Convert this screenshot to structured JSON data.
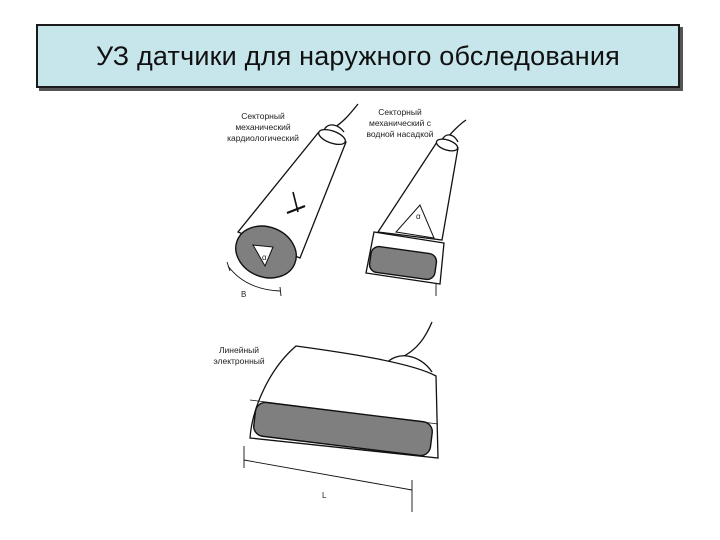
{
  "slide": {
    "title": "УЗ датчики для наружного обследования"
  },
  "probes": {
    "sector_cardio": {
      "label_lines": [
        "Секторный",
        "механический",
        "кардиологический"
      ],
      "angle_symbol": "α",
      "width_symbol": "B"
    },
    "sector_water": {
      "label_lines": [
        "Секторный",
        "механический с",
        "водной насадкой"
      ],
      "angle_symbol": "α"
    },
    "linear": {
      "label_lines": [
        "Линейный",
        "электронный"
      ],
      "length_symbol": "L"
    }
  }
}
